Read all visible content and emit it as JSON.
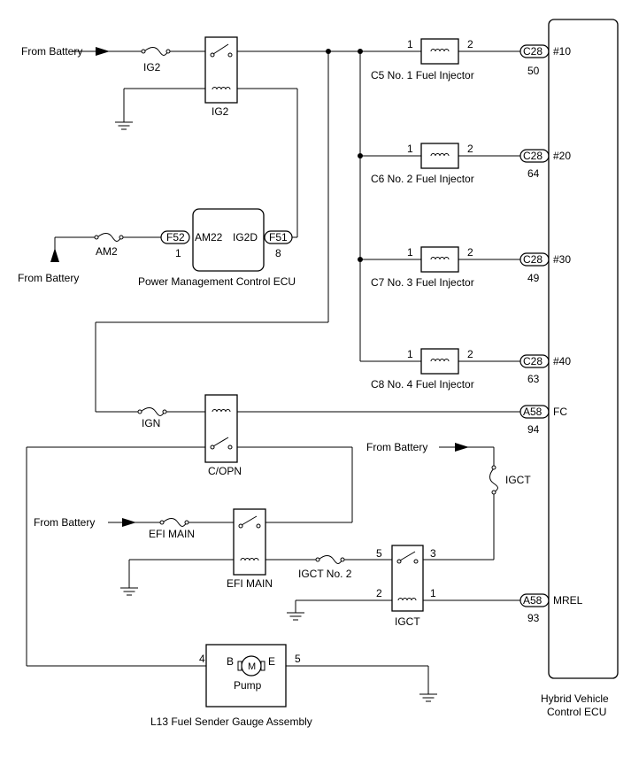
{
  "labels": {
    "from_battery": "From Battery",
    "fuse_ig2": "IG2",
    "relay_ig2": "IG2",
    "fuse_am2": "AM2",
    "pm_ecu_name": "Power Management Control ECU",
    "pm_am22": "AM22",
    "pm_ig2d": "IG2D",
    "conn_f52": "F52",
    "conn_f52_pin": "1",
    "conn_f51": "F51",
    "conn_f51_pin": "8",
    "fuse_ign": "IGN",
    "relay_copn": "C/OPN",
    "fuse_efi_main": "EFI MAIN",
    "relay_efi_main": "EFI MAIN",
    "fuse_igct_no2": "IGCT No. 2",
    "fuse_igct": "IGCT",
    "relay_igct": "IGCT",
    "igct_pin5": "5",
    "igct_pin3": "3",
    "igct_pin2": "2",
    "igct_pin1": "1",
    "pump_name": "Pump",
    "pump_b": "B",
    "pump_e": "E",
    "pump_pin4": "4",
    "pump_pin5": "5",
    "pump_assembly": "L13 Fuel Sender Gauge Assembly",
    "ecu_line1": "Hybrid Vehicle",
    "ecu_line2": "Control ECU",
    "motor": "M"
  },
  "injectors": [
    {
      "name": "C5 No. 1 Fuel Injector",
      "pin_in": "1",
      "pin_out": "2",
      "connector": "C28",
      "conn_pin": "50",
      "terminal": "#10"
    },
    {
      "name": "C6 No. 2 Fuel Injector",
      "pin_in": "1",
      "pin_out": "2",
      "connector": "C28",
      "conn_pin": "64",
      "terminal": "#20"
    },
    {
      "name": "C7 No. 3 Fuel Injector",
      "pin_in": "1",
      "pin_out": "2",
      "connector": "C28",
      "conn_pin": "49",
      "terminal": "#30"
    },
    {
      "name": "C8 No. 4 Fuel Injector",
      "pin_in": "1",
      "pin_out": "2",
      "connector": "C28",
      "conn_pin": "63",
      "terminal": "#40"
    }
  ],
  "ecu_terminals": [
    {
      "connector": "A58",
      "pin": "94",
      "terminal": "FC"
    },
    {
      "connector": "A58",
      "pin": "93",
      "terminal": "MREL"
    }
  ]
}
